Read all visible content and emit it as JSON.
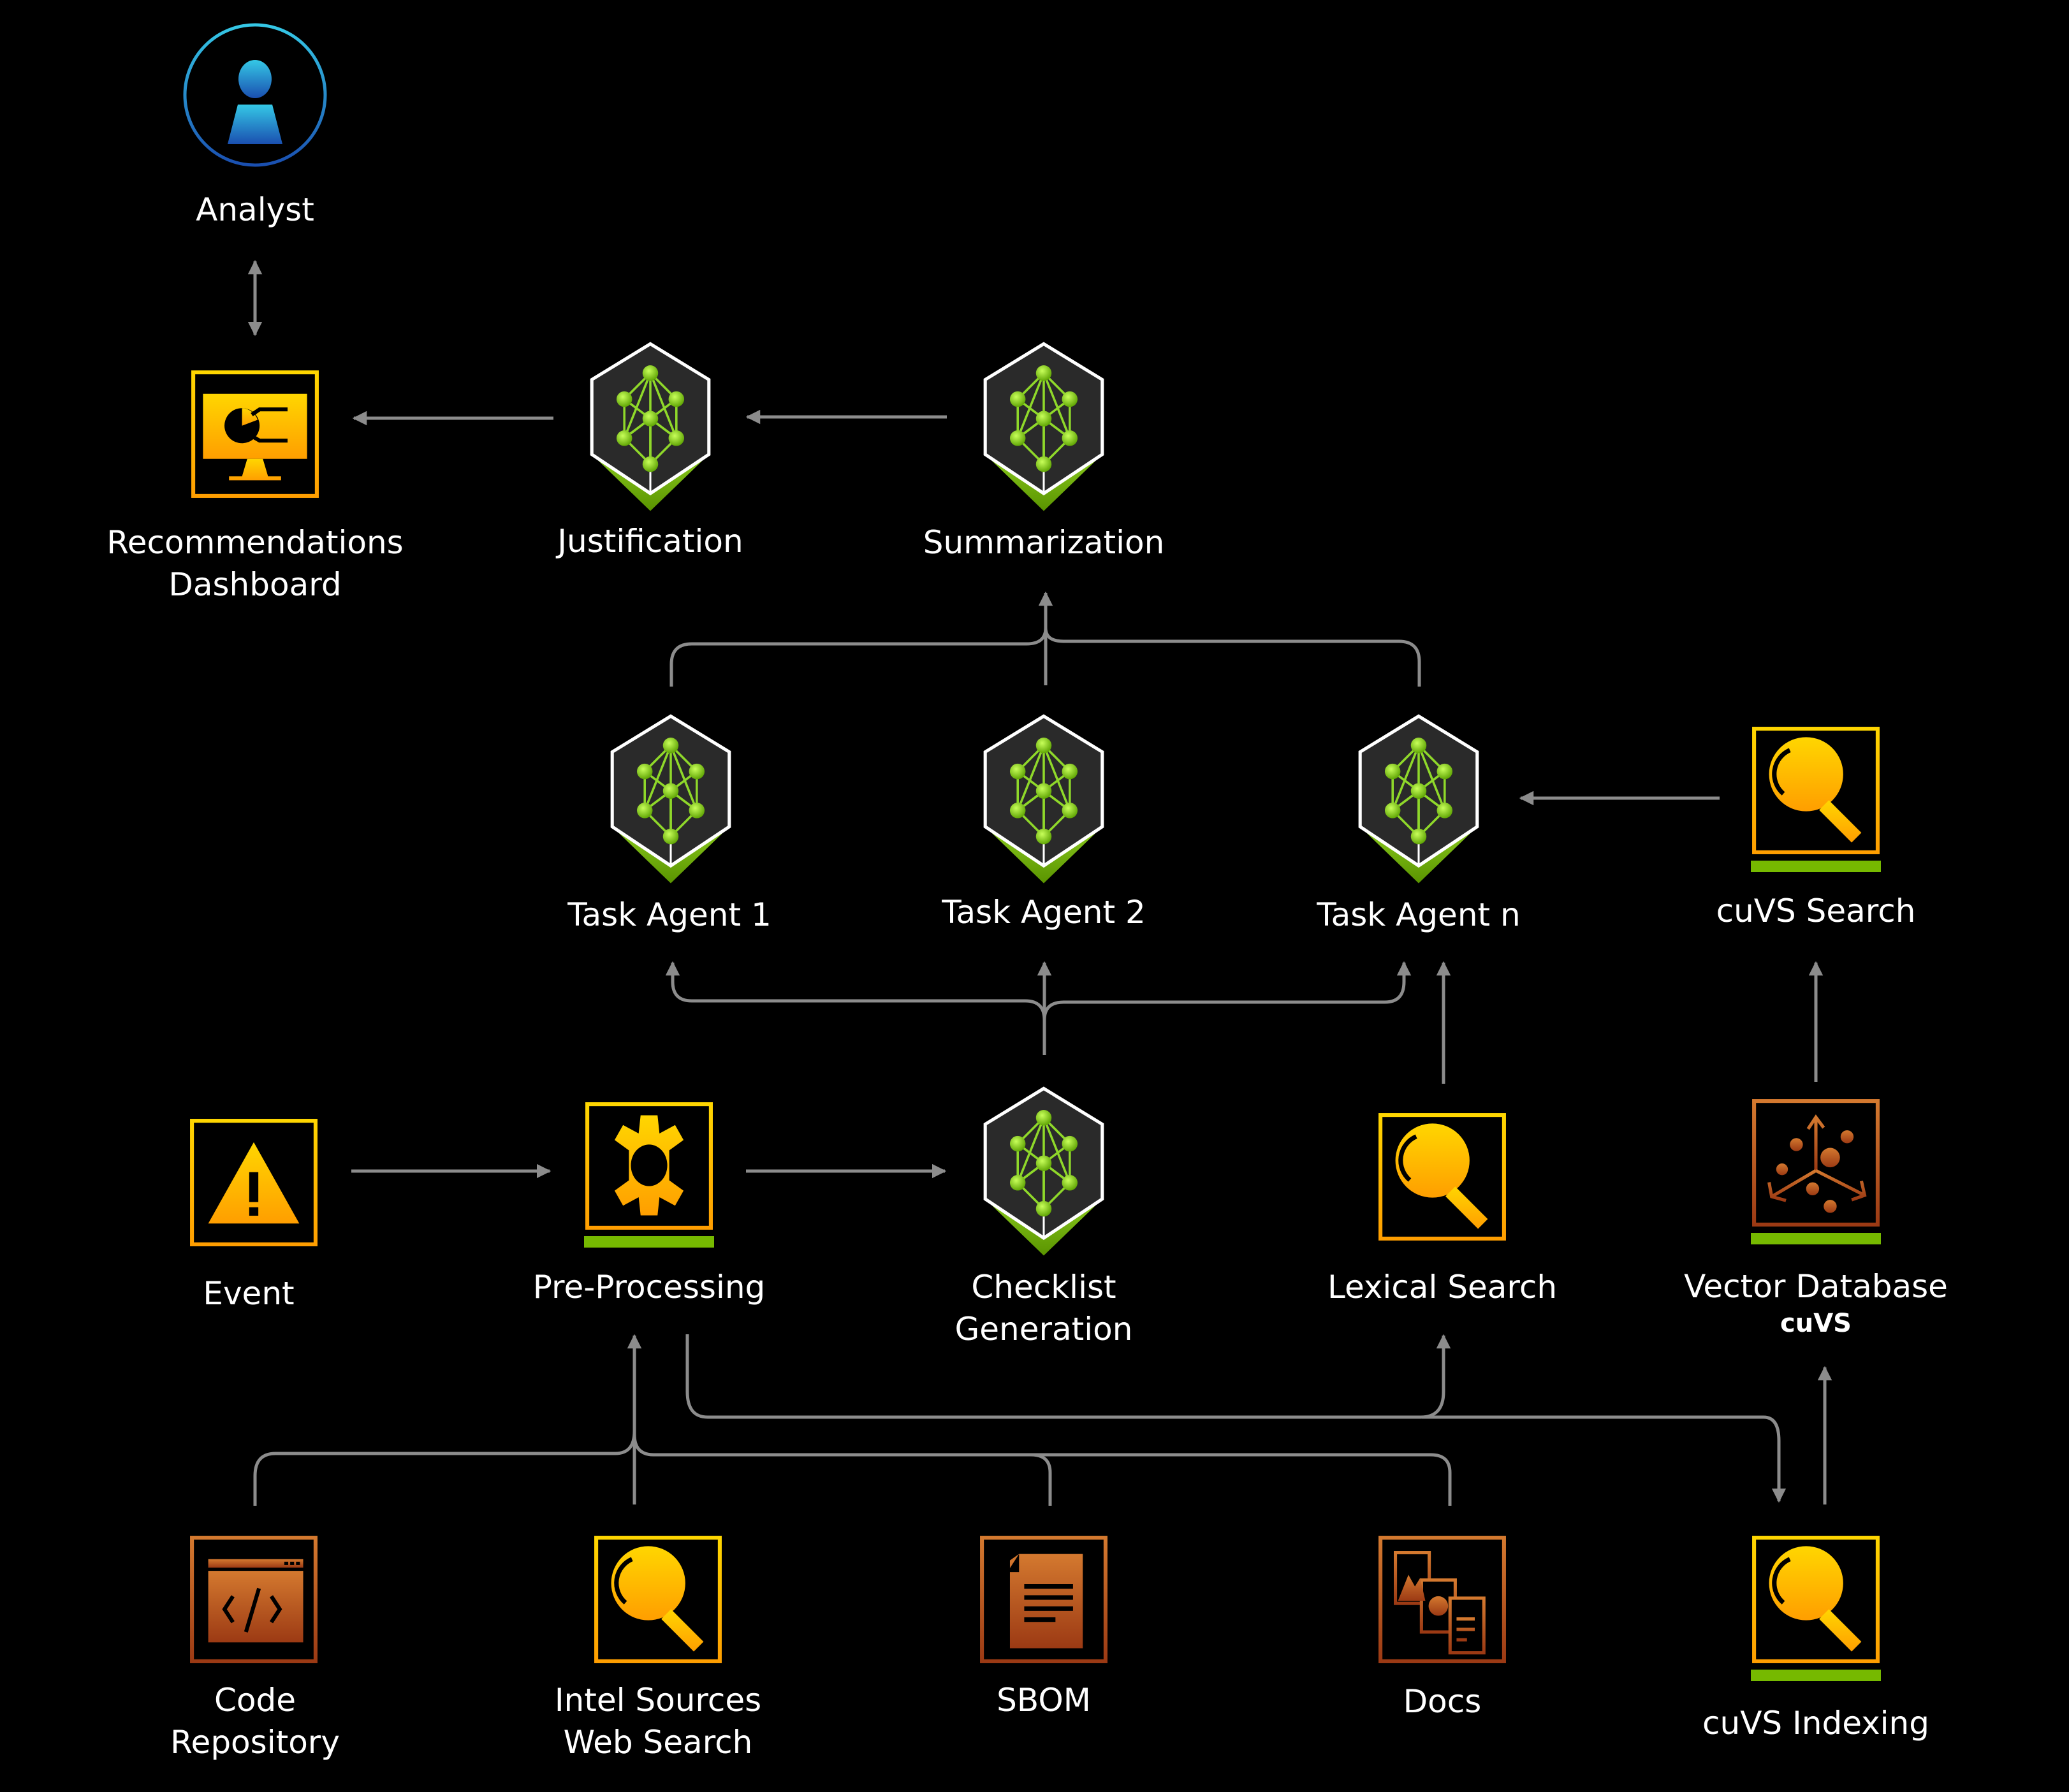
{
  "diagram": {
    "nodes": {
      "analyst": {
        "label": "Analyst",
        "icon": "person-icon"
      },
      "dashboard": {
        "label_line1": "Recommendations",
        "label_line2": "Dashboard",
        "icon": "dashboard-monitor-icon"
      },
      "justification": {
        "label": "Justification",
        "icon": "neural-network-cube-icon"
      },
      "summarization": {
        "label": "Summarization",
        "icon": "neural-network-cube-icon"
      },
      "task_agent_1": {
        "label": "Task Agent 1",
        "icon": "neural-network-cube-icon"
      },
      "task_agent_2": {
        "label": "Task Agent 2",
        "icon": "neural-network-cube-icon"
      },
      "task_agent_n": {
        "label": "Task Agent n",
        "icon": "neural-network-cube-icon"
      },
      "cuvs_search": {
        "label": "cuVS Search",
        "icon": "magnifier-icon"
      },
      "event": {
        "label": "Event",
        "icon": "warning-icon"
      },
      "preprocessing": {
        "label": "Pre-Processing",
        "icon": "gear-icon"
      },
      "checklist": {
        "label_line1": "Checklist",
        "label_line2": "Generation",
        "icon": "neural-network-cube-icon"
      },
      "lexical_search": {
        "label": "Lexical Search",
        "icon": "magnifier-icon"
      },
      "vector_db": {
        "label": "Vector Database",
        "sublabel": "cuVS",
        "icon": "vector-axes-icon"
      },
      "code_repo": {
        "label_line1": "Code",
        "label_line2": "Repository",
        "icon": "code-window-icon"
      },
      "intel_sources": {
        "label_line1": "Intel Sources",
        "label_line2": "Web Search",
        "icon": "magnifier-icon"
      },
      "sbom": {
        "label": "SBOM",
        "icon": "document-icon"
      },
      "docs": {
        "label": "Docs",
        "icon": "documents-stack-icon"
      },
      "cuvs_indexing": {
        "label": "cuVS Indexing",
        "icon": "magnifier-icon"
      }
    },
    "edges": [
      {
        "from": "dashboard",
        "to": "analyst",
        "bidirectional": true
      },
      {
        "from": "justification",
        "to": "dashboard"
      },
      {
        "from": "summarization",
        "to": "justification"
      },
      {
        "from": "task_agent_1",
        "to": "summarization"
      },
      {
        "from": "task_agent_2",
        "to": "summarization"
      },
      {
        "from": "task_agent_n",
        "to": "summarization"
      },
      {
        "from": "cuvs_search",
        "to": "task_agent_n"
      },
      {
        "from": "checklist",
        "to": "task_agent_1"
      },
      {
        "from": "checklist",
        "to": "task_agent_2"
      },
      {
        "from": "checklist",
        "to": "task_agent_n"
      },
      {
        "from": "lexical_search",
        "to": "task_agent_n"
      },
      {
        "from": "vector_db",
        "to": "cuvs_search"
      },
      {
        "from": "event",
        "to": "preprocessing"
      },
      {
        "from": "preprocessing",
        "to": "checklist"
      },
      {
        "from": "preprocessing",
        "to": "lexical_search"
      },
      {
        "from": "preprocessing",
        "to": "cuvs_indexing"
      },
      {
        "from": "cuvs_indexing",
        "to": "vector_db"
      },
      {
        "from": "code_repo",
        "to": "preprocessing"
      },
      {
        "from": "intel_sources",
        "to": "preprocessing"
      },
      {
        "from": "sbom",
        "to": "preprocessing"
      },
      {
        "from": "docs",
        "to": "preprocessing"
      }
    ],
    "colors": {
      "background": "#000000",
      "edge": "#8c8c8c",
      "nvidia_green": "#76b900",
      "yellow_top": "#ffd600",
      "orange_bottom": "#ff9e00",
      "rust_top": "#d4792f",
      "rust_bottom": "#9c3a14",
      "analyst_blue_top": "#35c8e6",
      "analyst_blue_bottom": "#1a4fb0"
    }
  }
}
